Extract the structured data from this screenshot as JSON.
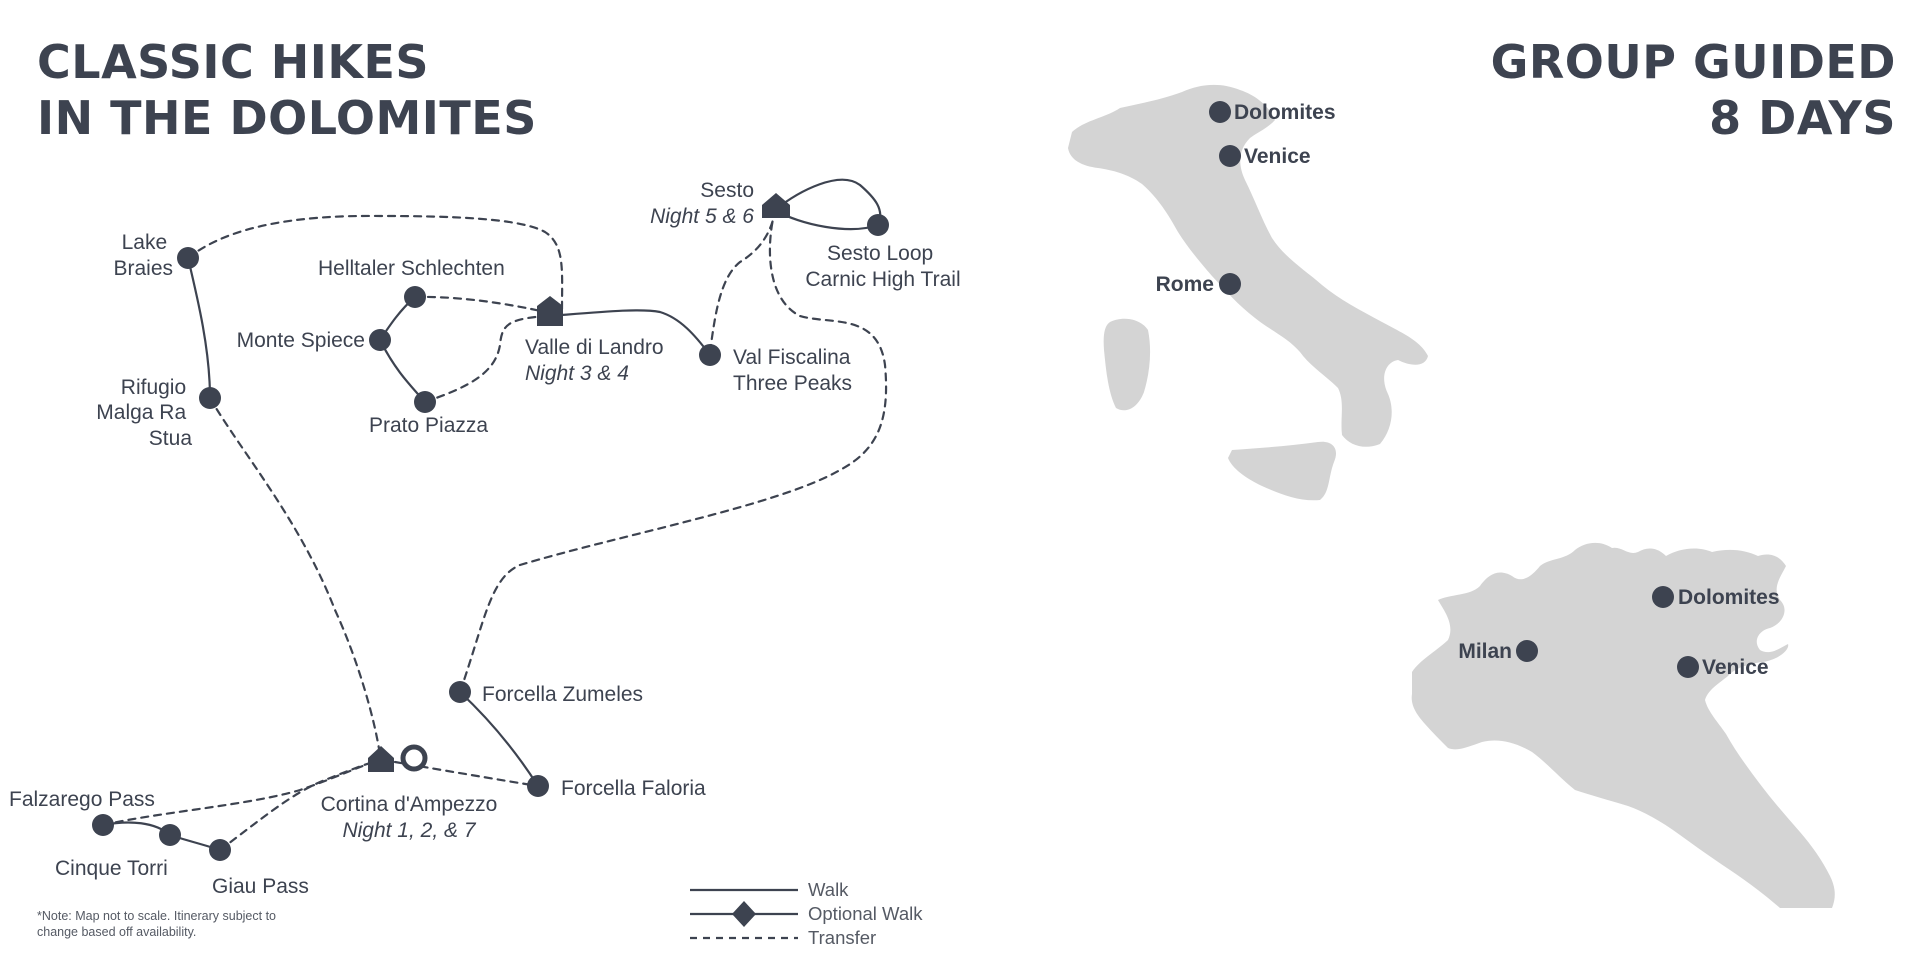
{
  "header": {
    "title_line1": "CLASSIC HIKES",
    "title_line2": "IN THE DOLOMITES",
    "tour_line1": "GROUP GUIDED",
    "tour_line2": "8 DAYS"
  },
  "route": {
    "stops": [
      {
        "id": "lake-braies",
        "lines": [
          "Lake",
          "Braies"
        ],
        "type": "walk-point"
      },
      {
        "id": "rifugio-malga-ra-stua",
        "lines": [
          "Rifugio",
          "Malga Ra",
          "Stua"
        ],
        "type": "walk-point"
      },
      {
        "id": "helltaler-schlechten",
        "lines": [
          "Helltaler Schlechten"
        ],
        "type": "walk-point"
      },
      {
        "id": "monte-spiece",
        "lines": [
          "Monte Spiece"
        ],
        "type": "walk-point"
      },
      {
        "id": "prato-piazza",
        "lines": [
          "Prato Piazza"
        ],
        "type": "walk-point"
      },
      {
        "id": "valle-di-landro",
        "lines": [
          "Valle di Landro"
        ],
        "night": "Night 3 & 4",
        "type": "overnight"
      },
      {
        "id": "val-fiscalina",
        "lines": [
          "Val Fiscalina",
          "Three Peaks"
        ],
        "type": "walk-point"
      },
      {
        "id": "sesto",
        "lines": [
          "Sesto"
        ],
        "night": "Night 5 & 6",
        "type": "overnight"
      },
      {
        "id": "sesto-loop",
        "lines": [
          "Sesto Loop",
          "Carnic High Trail"
        ],
        "type": "walk-point"
      },
      {
        "id": "forcella-zumeles",
        "lines": [
          "Forcella Zumeles"
        ],
        "type": "walk-point"
      },
      {
        "id": "forcella-faloria",
        "lines": [
          "Forcella Faloria"
        ],
        "type": "walk-point"
      },
      {
        "id": "cortina",
        "lines": [
          "Cortina d'Ampezzo"
        ],
        "night": "Night 1, 2, & 7",
        "type": "overnight"
      },
      {
        "id": "falzarego-pass",
        "lines": [
          "Falzarego Pass"
        ],
        "type": "walk-point"
      },
      {
        "id": "cinque-torri",
        "lines": [
          "Cinque Torri"
        ],
        "type": "walk-point"
      },
      {
        "id": "giau-pass",
        "lines": [
          "Giau Pass"
        ],
        "type": "walk-point"
      }
    ]
  },
  "legend": {
    "walk": "Walk",
    "optional_walk": "Optional Walk",
    "transfer": "Transfer"
  },
  "note": {
    "line1": "*Note: Map not to scale. Itinerary subject to",
    "line2": "change based off availability."
  },
  "italy_map": {
    "labels": {
      "dolomites": "Dolomites",
      "venice": "Venice",
      "rome": "Rome"
    }
  },
  "north_italy_map": {
    "labels": {
      "dolomites": "Dolomites",
      "milan": "Milan",
      "venice": "Venice"
    }
  },
  "colors": {
    "ink": "#3d4350",
    "land": "#d4d4d4",
    "background": "#ffffff"
  }
}
